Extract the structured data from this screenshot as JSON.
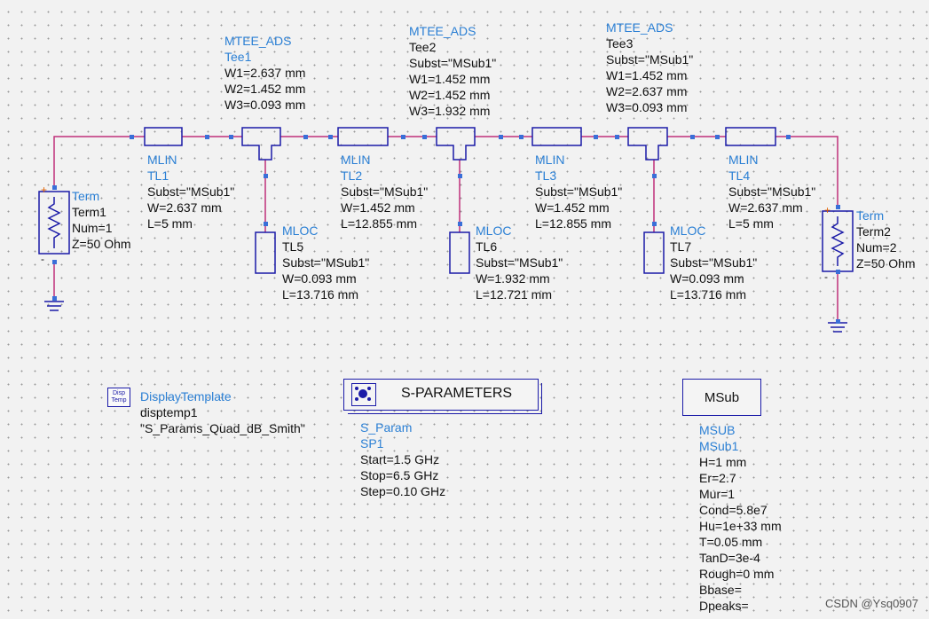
{
  "schematic": {
    "tees": [
      {
        "model": "MTEE_ADS",
        "name": "Tee1",
        "params": [
          "W1=2.637 mm",
          "W2=1.452 mm",
          "W3=0.093 mm"
        ]
      },
      {
        "model": "MTEE_ADS",
        "name": "Tee2",
        "params": [
          "Subst=\"MSub1\"",
          "W1=1.452 mm",
          "W2=1.452 mm",
          "W3=1.932 mm"
        ]
      },
      {
        "model": "MTEE_ADS",
        "name": "Tee3",
        "params": [
          "Subst=\"MSub1\"",
          "W1=1.452 mm",
          "W2=2.637 mm",
          "W3=0.093 mm"
        ]
      }
    ],
    "lines": [
      {
        "model": "MLIN",
        "name": "TL1",
        "params": [
          "Subst=\"MSub1\"",
          "W=2.637 mm",
          "L=5 mm"
        ]
      },
      {
        "model": "MLIN",
        "name": "TL2",
        "params": [
          "Subst=\"MSub1\"",
          "W=1.452 mm",
          "L=12.855 mm"
        ]
      },
      {
        "model": "MLIN",
        "name": "TL3",
        "params": [
          "Subst=\"MSub1\"",
          "W=1.452 mm",
          "L=12.855 mm"
        ]
      },
      {
        "model": "MLIN",
        "name": "TL4",
        "params": [
          "Subst=\"MSub1\"",
          "W=2.637 mm",
          "L=5 mm"
        ]
      }
    ],
    "stubs": [
      {
        "model": "MLOC",
        "name": "TL5",
        "params": [
          "Subst=\"MSub1\"",
          "W=0.093 mm",
          "L=13.716 mm"
        ]
      },
      {
        "model": "MLOC",
        "name": "TL6",
        "params": [
          "Subst=\"MSub1\"",
          "W=1.932 mm",
          "L=12.721 mm"
        ]
      },
      {
        "model": "MLOC",
        "name": "TL7",
        "params": [
          "Subst=\"MSub1\"",
          "W=0.093 mm",
          "L=13.716 mm"
        ]
      }
    ],
    "terms": [
      {
        "model": "Term",
        "name": "Term1",
        "params": [
          "Num=1",
          "Z=50 Ohm"
        ]
      },
      {
        "model": "Term",
        "name": "Term2",
        "params": [
          "Num=2",
          "Z=50 Ohm"
        ]
      }
    ],
    "display_template": {
      "model": "DisplayTemplate",
      "name": "disptemp1",
      "params": [
        "\"S_Params_Quad_dB_Smith\""
      ],
      "icon_text": "Disp\nTemp"
    },
    "sparam": {
      "box_label": "S-PARAMETERS",
      "model": "S_Param",
      "name": "SP1",
      "params": [
        "Start=1.5 GHz",
        "Stop=6.5 GHz",
        "Step=0.10 GHz"
      ]
    },
    "msub": {
      "box_label": "MSub",
      "model": "MSUB",
      "name": "MSub1",
      "params": [
        "H=1 mm",
        "Er=2.7",
        "Mur=1",
        "Cond=5.8e7",
        "Hu=1e+33 mm",
        "T=0.05 mm",
        "TanD=3e-4",
        "Rough=0 mm",
        "Bbase=",
        "Dpeaks="
      ]
    },
    "term_pins": {
      "plus": "+",
      "minus": "-"
    }
  },
  "watermark": "CSDN @Ysq0907",
  "colors": {
    "wire": "#c0307a",
    "component": "#1b1ba8",
    "pin": "#3a6fd8",
    "label_blue": "#2a7fd4"
  }
}
